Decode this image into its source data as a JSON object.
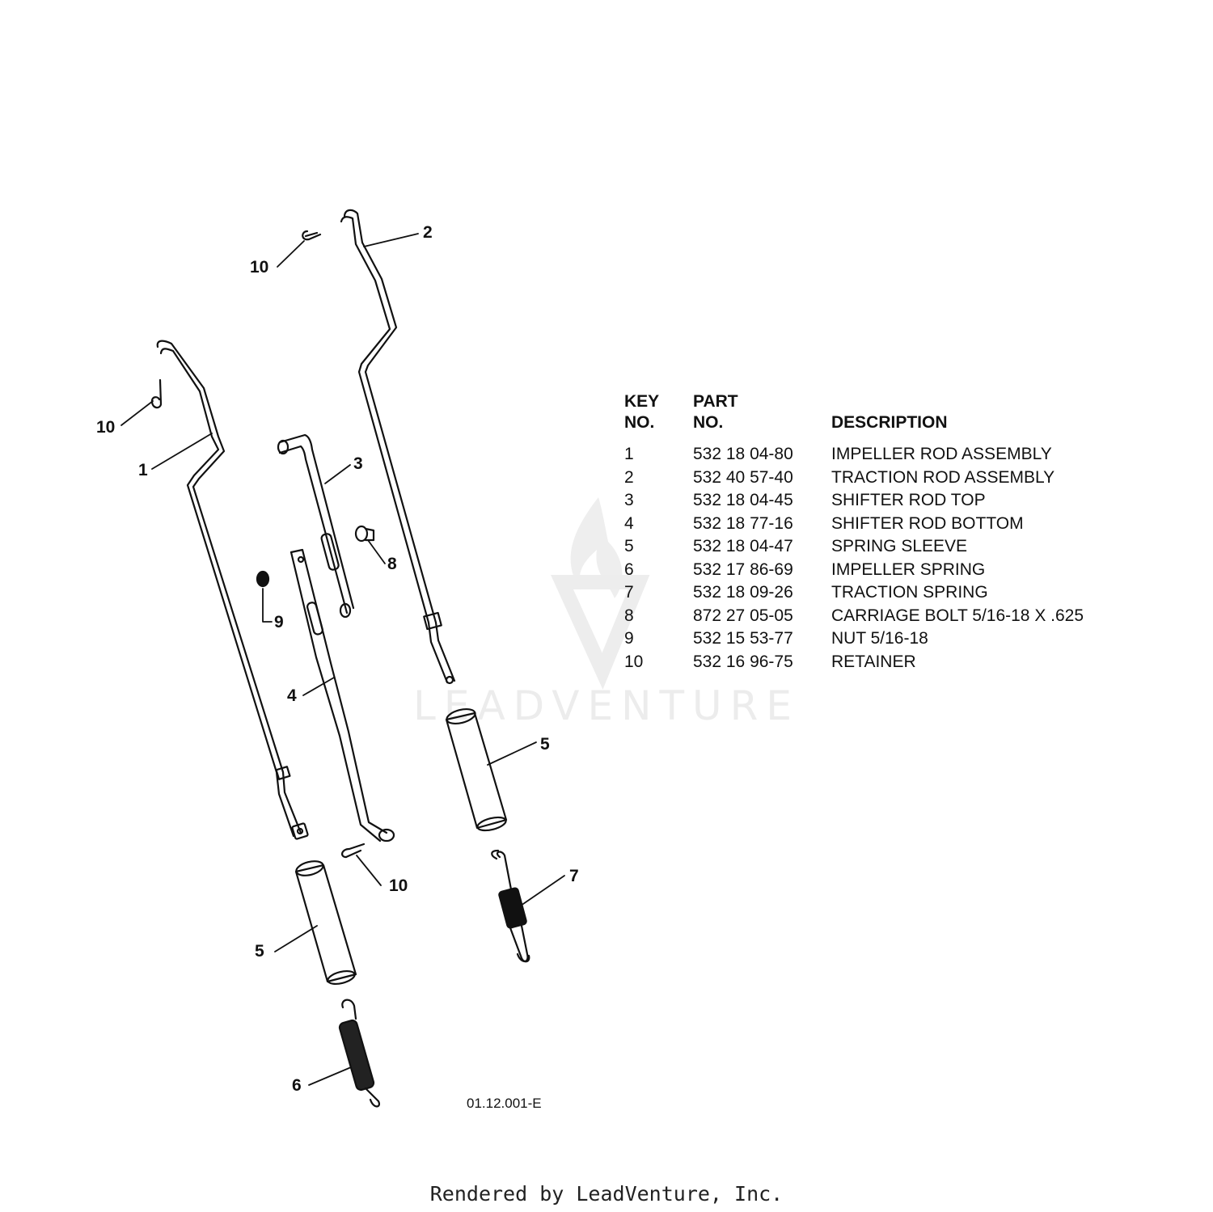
{
  "callouts": {
    "item_10_top": "10",
    "item_2": "2",
    "item_10_left": "10",
    "item_1": "1",
    "item_3": "3",
    "item_8": "8",
    "item_9": "9",
    "item_4": "4",
    "item_5_right": "5",
    "item_10_bottom": "10",
    "item_7": "7",
    "item_5_left": "5",
    "item_6": "6"
  },
  "parts_table": {
    "headers": {
      "key_line1": "KEY",
      "key_line2": "NO.",
      "part_line1": "PART",
      "part_line2": "NO.",
      "description": "DESCRIPTION"
    },
    "rows": [
      {
        "key": "1",
        "part_no": "532 18 04-80",
        "description": "IMPELLER ROD ASSEMBLY"
      },
      {
        "key": "2",
        "part_no": "532 40 57-40",
        "description": "TRACTION ROD ASSEMBLY"
      },
      {
        "key": "3",
        "part_no": "532 18 04-45",
        "description": "SHIFTER ROD TOP"
      },
      {
        "key": "4",
        "part_no": "532 18 77-16",
        "description": "SHIFTER ROD BOTTOM"
      },
      {
        "key": "5",
        "part_no": "532 18 04-47",
        "description": "SPRING SLEEVE"
      },
      {
        "key": "6",
        "part_no": "532 17 86-69",
        "description": "IMPELLER SPRING"
      },
      {
        "key": "7",
        "part_no": "532 18 09-26",
        "description": "TRACTION SPRING"
      },
      {
        "key": "8",
        "part_no": "872 27 05-05",
        "description": "CARRIAGE BOLT 5/16-18 X .625"
      },
      {
        "key": "9",
        "part_no": "532 15 53-77",
        "description": "NUT 5/16-18"
      },
      {
        "key": "10",
        "part_no": "532 16 96-75",
        "description": "RETAINER"
      }
    ]
  },
  "drawing_number": "01.12.001-E",
  "watermark": "LEADVENTURE",
  "footer": "Rendered by LeadVenture, Inc."
}
